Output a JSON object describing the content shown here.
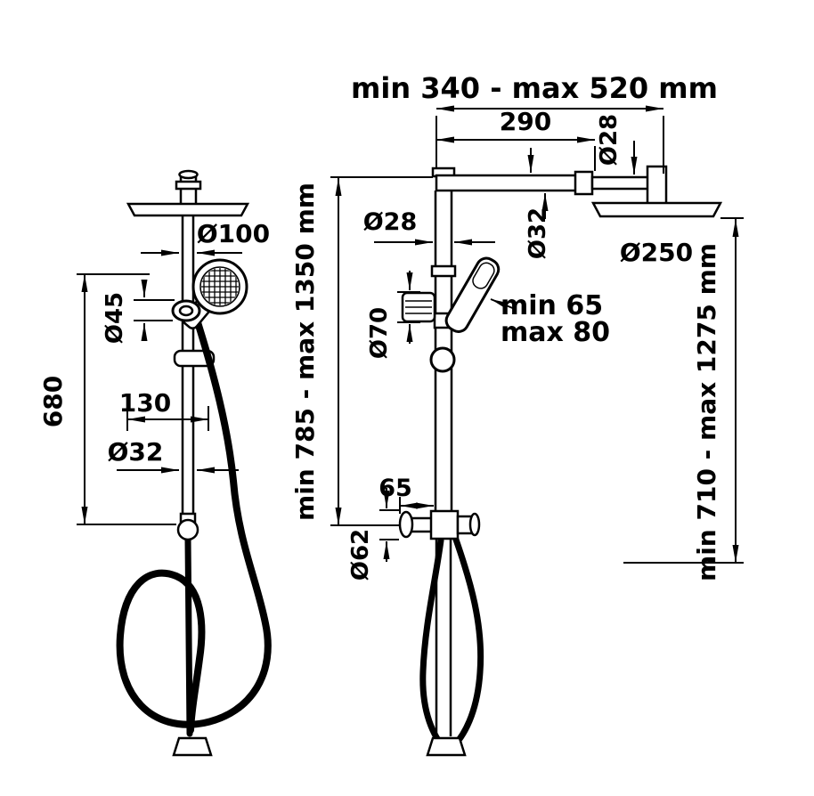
{
  "diagram": {
    "background": "#ffffff",
    "line_color": "#000000",
    "labels": {
      "top_span": "min 340 - max 520 mm",
      "arm_length": "290",
      "arm_end_dia": "Ø28",
      "arm_dia": "Ø32",
      "pipe_top_dia": "Ø28",
      "head_dia": "Ø250",
      "hand_shower_dia": "Ø100",
      "holder_ring_dia": "Ø45",
      "left_height": "680",
      "bracket_offset": "130",
      "left_pipe_dia": "Ø32",
      "holder_min": "min 65",
      "holder_max": "max 80",
      "holder_knob_dia": "Ø70",
      "column_height_range": "min 785 - max 1350 mm",
      "head_height_range": "min 710 - max 1275 mm",
      "inlet_offset": "65",
      "inlet_dia": "Ø62"
    }
  }
}
